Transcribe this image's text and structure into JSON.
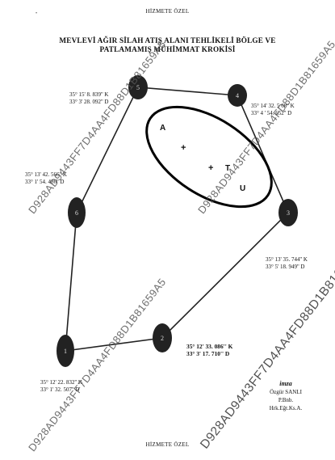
{
  "header": {
    "classification": "HİZMETE ÖZEL"
  },
  "title": {
    "line1": "MEVLEVİ AĞIR SİLAH ATIŞ ALANI TEHLİKELİ BÖLGE VE",
    "line2": "PATLAMAMIŞ MÜHİMMAT KROKİSİ"
  },
  "points": [
    {
      "id": "1",
      "lat": "35° 12' 22. 832'' K",
      "lon": "33° 1' 32. 507'' D"
    },
    {
      "id": "2",
      "lat": "35° 12' 33. 086'' K",
      "lon": "33° 3' 17. 710'' D"
    },
    {
      "id": "3",
      "lat": "35° 13' 35. 744'' K",
      "lon": "33° 5' 18. 949'' D"
    },
    {
      "id": "4",
      "lat": "35° 14' 32. 5 68'' K",
      "lon": "33° 4 ' 54. 652'' D"
    },
    {
      "id": "5",
      "lat": "35° 15' 8. 839'' K",
      "lon": "33° 3' 28. 092'' D"
    },
    {
      "id": "6",
      "lat": "35° 13' 42. 566'' K",
      "lon": "33° 1' 54. 486'' D"
    }
  ],
  "zone_labels": {
    "a": "A",
    "t": "T",
    "u": "U",
    "plus": "+"
  },
  "signature": {
    "imza": "imza",
    "name": "Özgür SANLI",
    "rank": "P.Bnb.",
    "unit": "Hrk.Eğt.Ks.A."
  },
  "watermark": "D928AD9443FF7D4AA4FD88D1B81659A5",
  "footer": {
    "classification": "HİZMETE ÖZEL"
  }
}
